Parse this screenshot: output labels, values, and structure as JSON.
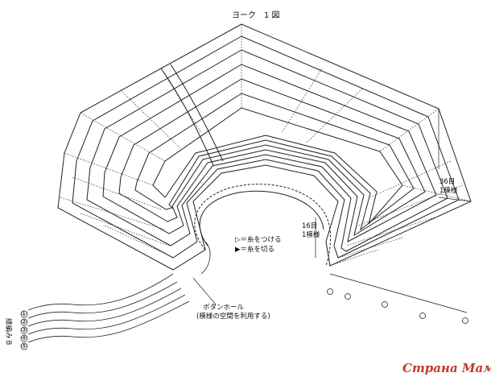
{
  "diagram": {
    "title": "ヨーク　1 図",
    "rows_label": "36目",
    "rows_sub": "1模様",
    "rows16_label": "16目",
    "rows16_sub": "1模様",
    "legend_attach": "▷＝糸をつける",
    "legend_cut": "▶＝糸を切る",
    "buttonhole_label": "ボタンホール",
    "buttonhole_note": "(模様の空間を利用する)",
    "left_edge_label": "縁編み",
    "left_edge_sub": "B",
    "edge_numbers": [
      "①",
      "②",
      "③",
      "④",
      "⑤"
    ],
    "watermark": "Страна Мам",
    "line_color": "#222222",
    "watermark_color": "#c0392b"
  }
}
